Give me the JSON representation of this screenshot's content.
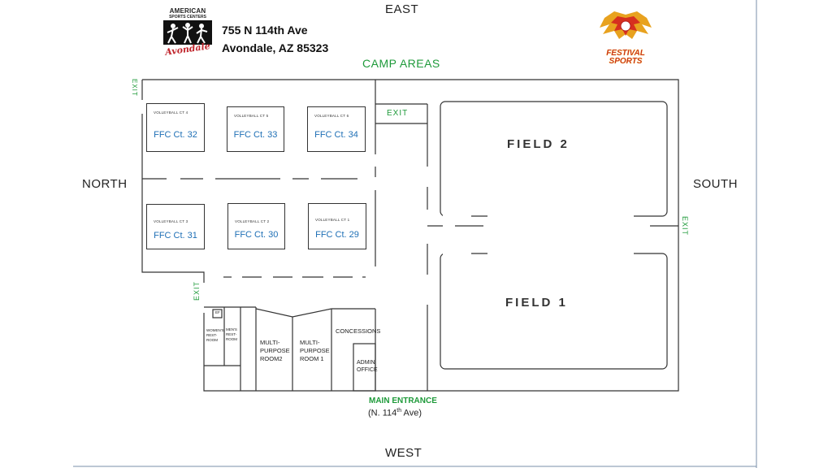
{
  "compass": {
    "east": "EAST",
    "west": "WEST",
    "north": "NORTH",
    "south": "SOUTH"
  },
  "address": {
    "line1": "755 N 114th Ave",
    "line2": "Avondale, AZ 85323"
  },
  "logos": {
    "left": {
      "line1": "AMERICAN",
      "line2": "SPORTS CENTERS",
      "script": "Avondale"
    },
    "right": {
      "line1": "FESTIVAL",
      "line2": "SPORTS"
    }
  },
  "camp_areas": "CAMP AREAS",
  "exits": {
    "top_left": "EXIT",
    "center": "EXIT",
    "right": "EXIT",
    "lower_left": "EXIT"
  },
  "courts": [
    {
      "small": "VOLLEYBALL CT 4",
      "label": "FFC Ct. 32"
    },
    {
      "small": "VOLLEYBALL CT 5",
      "label": "FFC Ct. 33"
    },
    {
      "small": "VOLLEYBALL CT 6",
      "label": "FFC Ct. 34"
    },
    {
      "small": "VOLLEYBALL CT 3",
      "label": "FFC Ct. 31"
    },
    {
      "small": "VOLLEYBALL CT 2",
      "label": "FFC Ct. 30"
    },
    {
      "small": "VOLLEYBALL CT 1",
      "label": "FFC Ct. 29"
    }
  ],
  "fields": {
    "field2": "FIELD 2",
    "field1": "FIELD 1"
  },
  "rooms": {
    "womens": [
      "WOMEN'S",
      "REST-",
      "ROOM"
    ],
    "mens": [
      "MEN'S",
      "REST-",
      "ROOM"
    ],
    "ef": "EF",
    "mpr2": [
      "MULTI-",
      "PURPOSE",
      "ROOM2"
    ],
    "mpr1": [
      "MULTI-",
      "PURPOSE",
      "ROOM 1"
    ],
    "concessions": "CONCESSIONS",
    "admin": [
      "ADMIN",
      "OFFICE"
    ]
  },
  "main_entrance": {
    "label": "MAIN ENTRANCE",
    "street_prefix": "(N. 114",
    "street_sup": "th",
    "street_suffix": " Ave)"
  },
  "colors": {
    "exit_green": "#1e9a3a",
    "court_blue": "#1e6fb5",
    "lines": "#333333"
  }
}
